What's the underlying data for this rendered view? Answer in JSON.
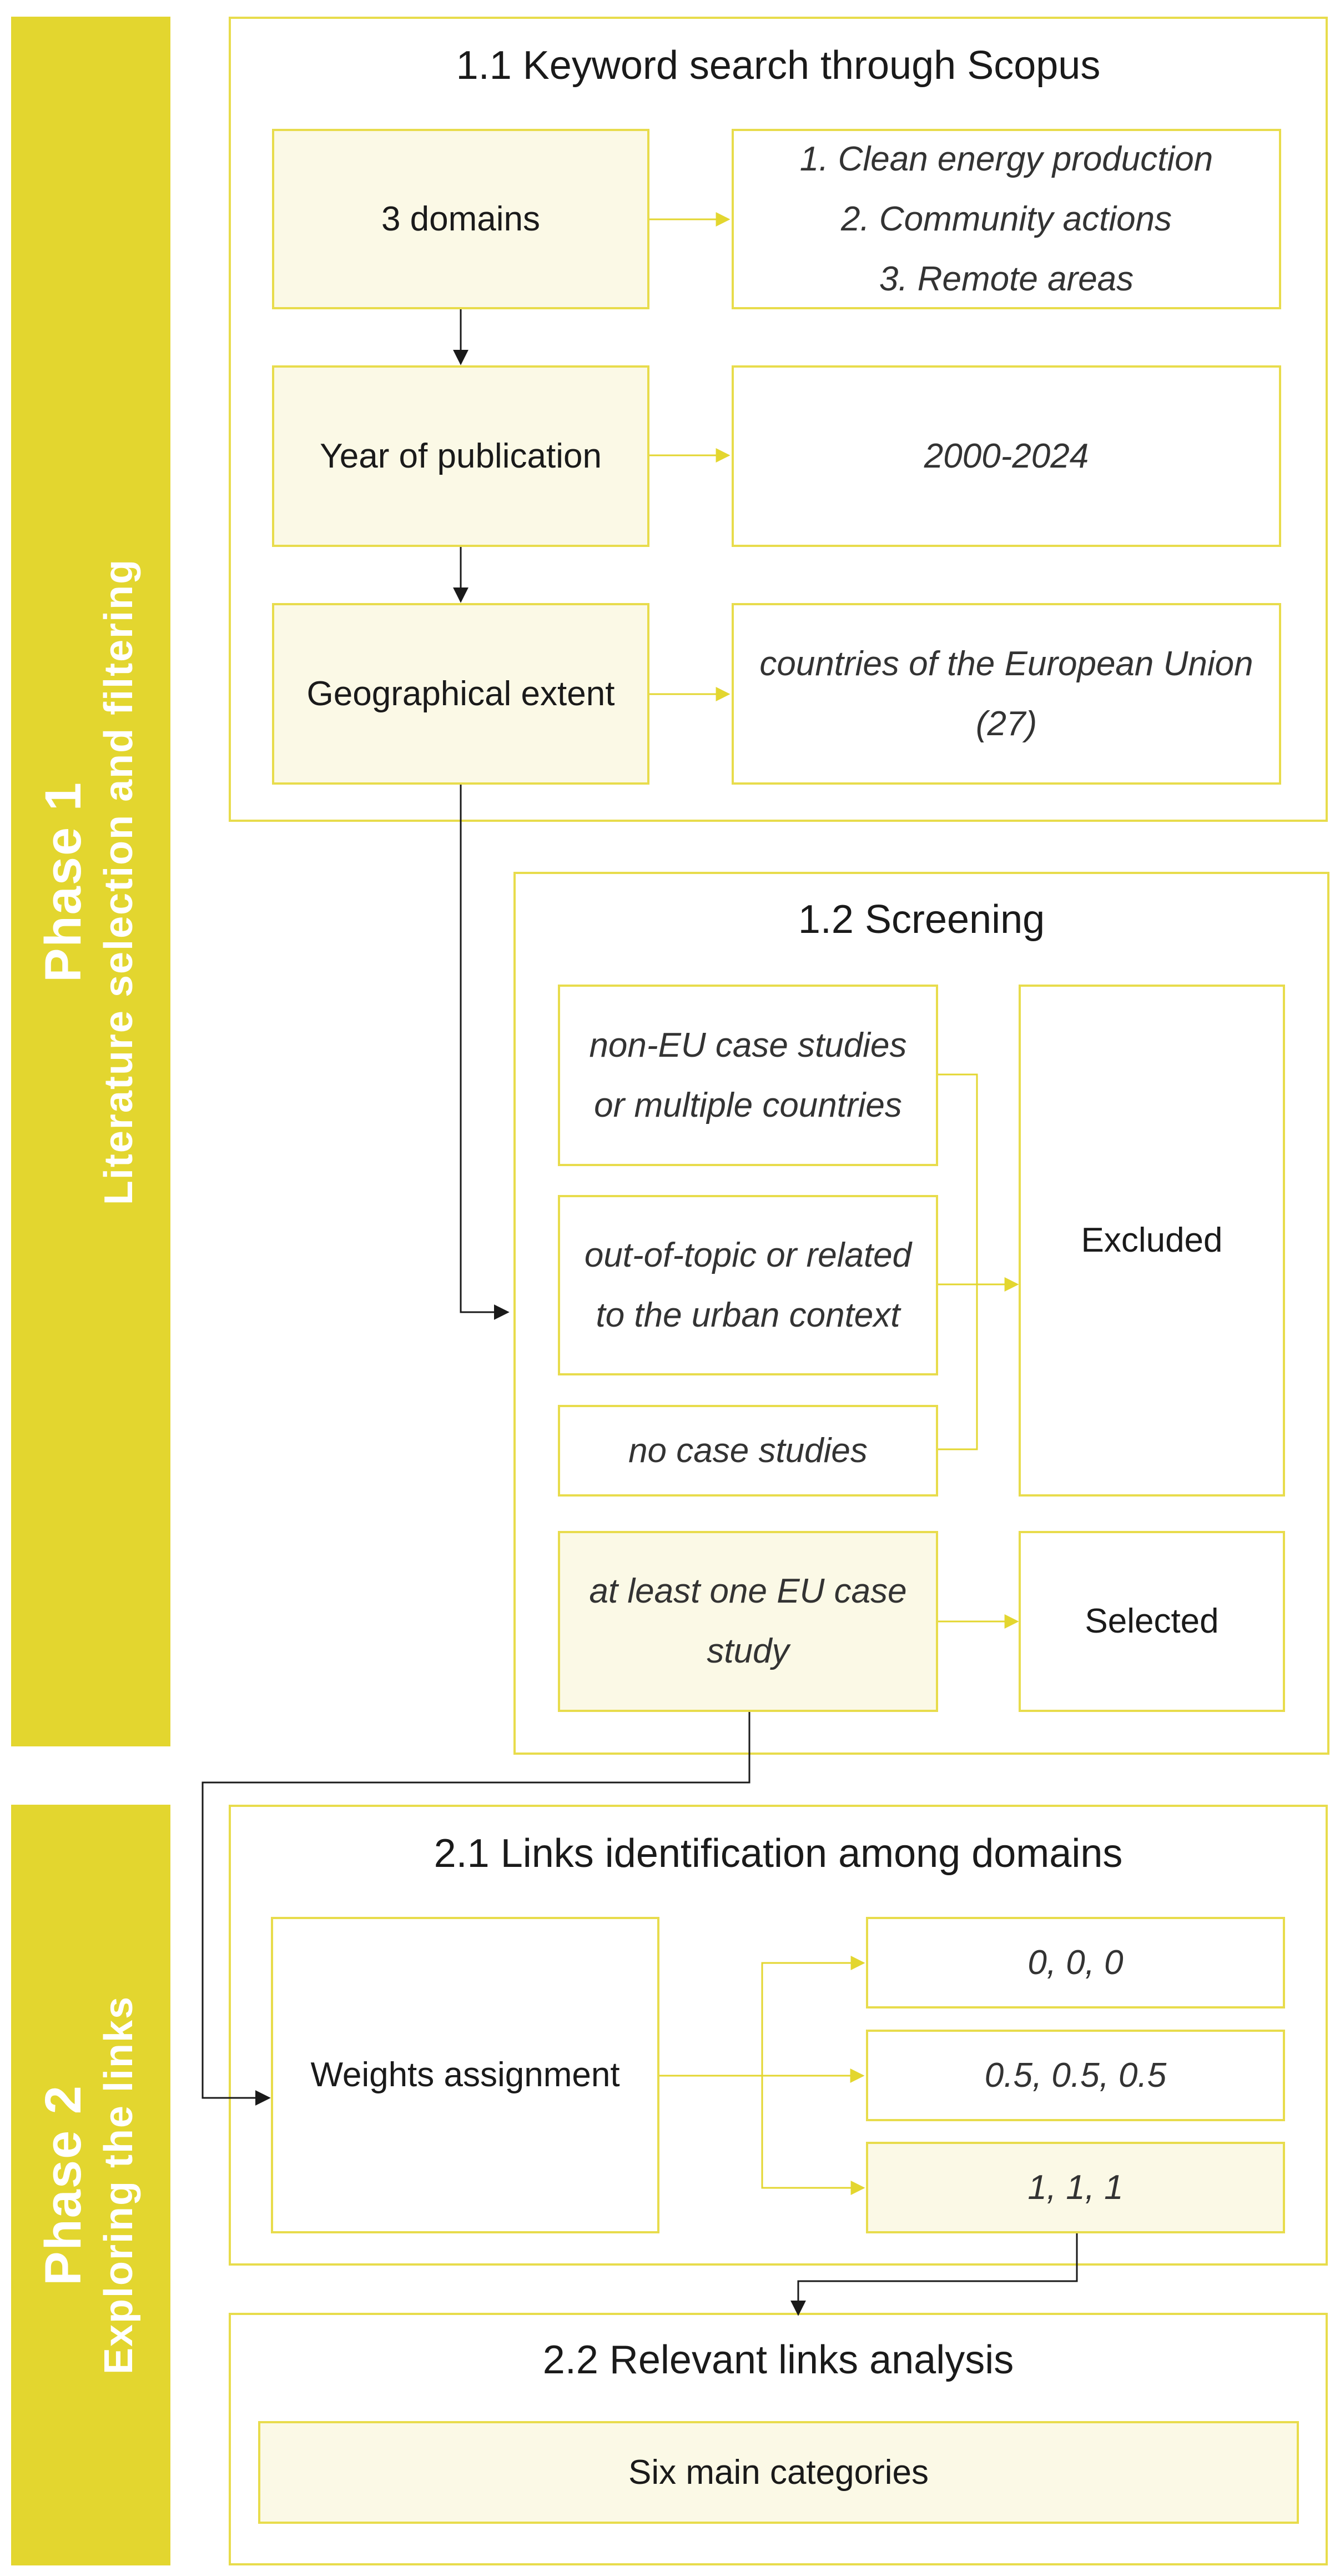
{
  "phase1": {
    "title": "Phase 1",
    "subtitle": "Literature selection and filtering",
    "section_1_1": {
      "heading": "1.1 Keyword search through Scopus",
      "domains_label": "3 domains",
      "domains": [
        "1. Clean energy production",
        "2. Community actions",
        "3. Remote areas"
      ],
      "year_label": "Year of publication",
      "year_value": "2000-2024",
      "geo_label": "Geographical extent",
      "geo_value": "countries of the European Union (27)"
    },
    "section_1_2": {
      "heading": "1.2 Screening",
      "criteria": [
        "non-EU case studies or multiple countries",
        "out-of-topic or related to the urban context",
        "no case studies"
      ],
      "excluded": "Excluded",
      "selected_criterion": "at least one EU case study",
      "selected": "Selected"
    }
  },
  "phase2": {
    "title": "Phase 2",
    "subtitle": "Exploring the links",
    "section_2_1": {
      "heading": "2.1 Links identification among domains",
      "weights_label": "Weights assignment",
      "weights": [
        "0, 0, 0",
        "0.5, 0.5, 0.5",
        "1, 1, 1"
      ]
    },
    "section_2_2": {
      "heading": "2.2 Relevant links analysis",
      "categories": "Six main categories"
    }
  },
  "colors": {
    "accent": "#e3d62f",
    "box_border": "#e8dc4c",
    "box_fill": "#fbf9e6",
    "arrow_yellow": "#e3d62f",
    "arrow_dark": "#1a1a1a"
  }
}
